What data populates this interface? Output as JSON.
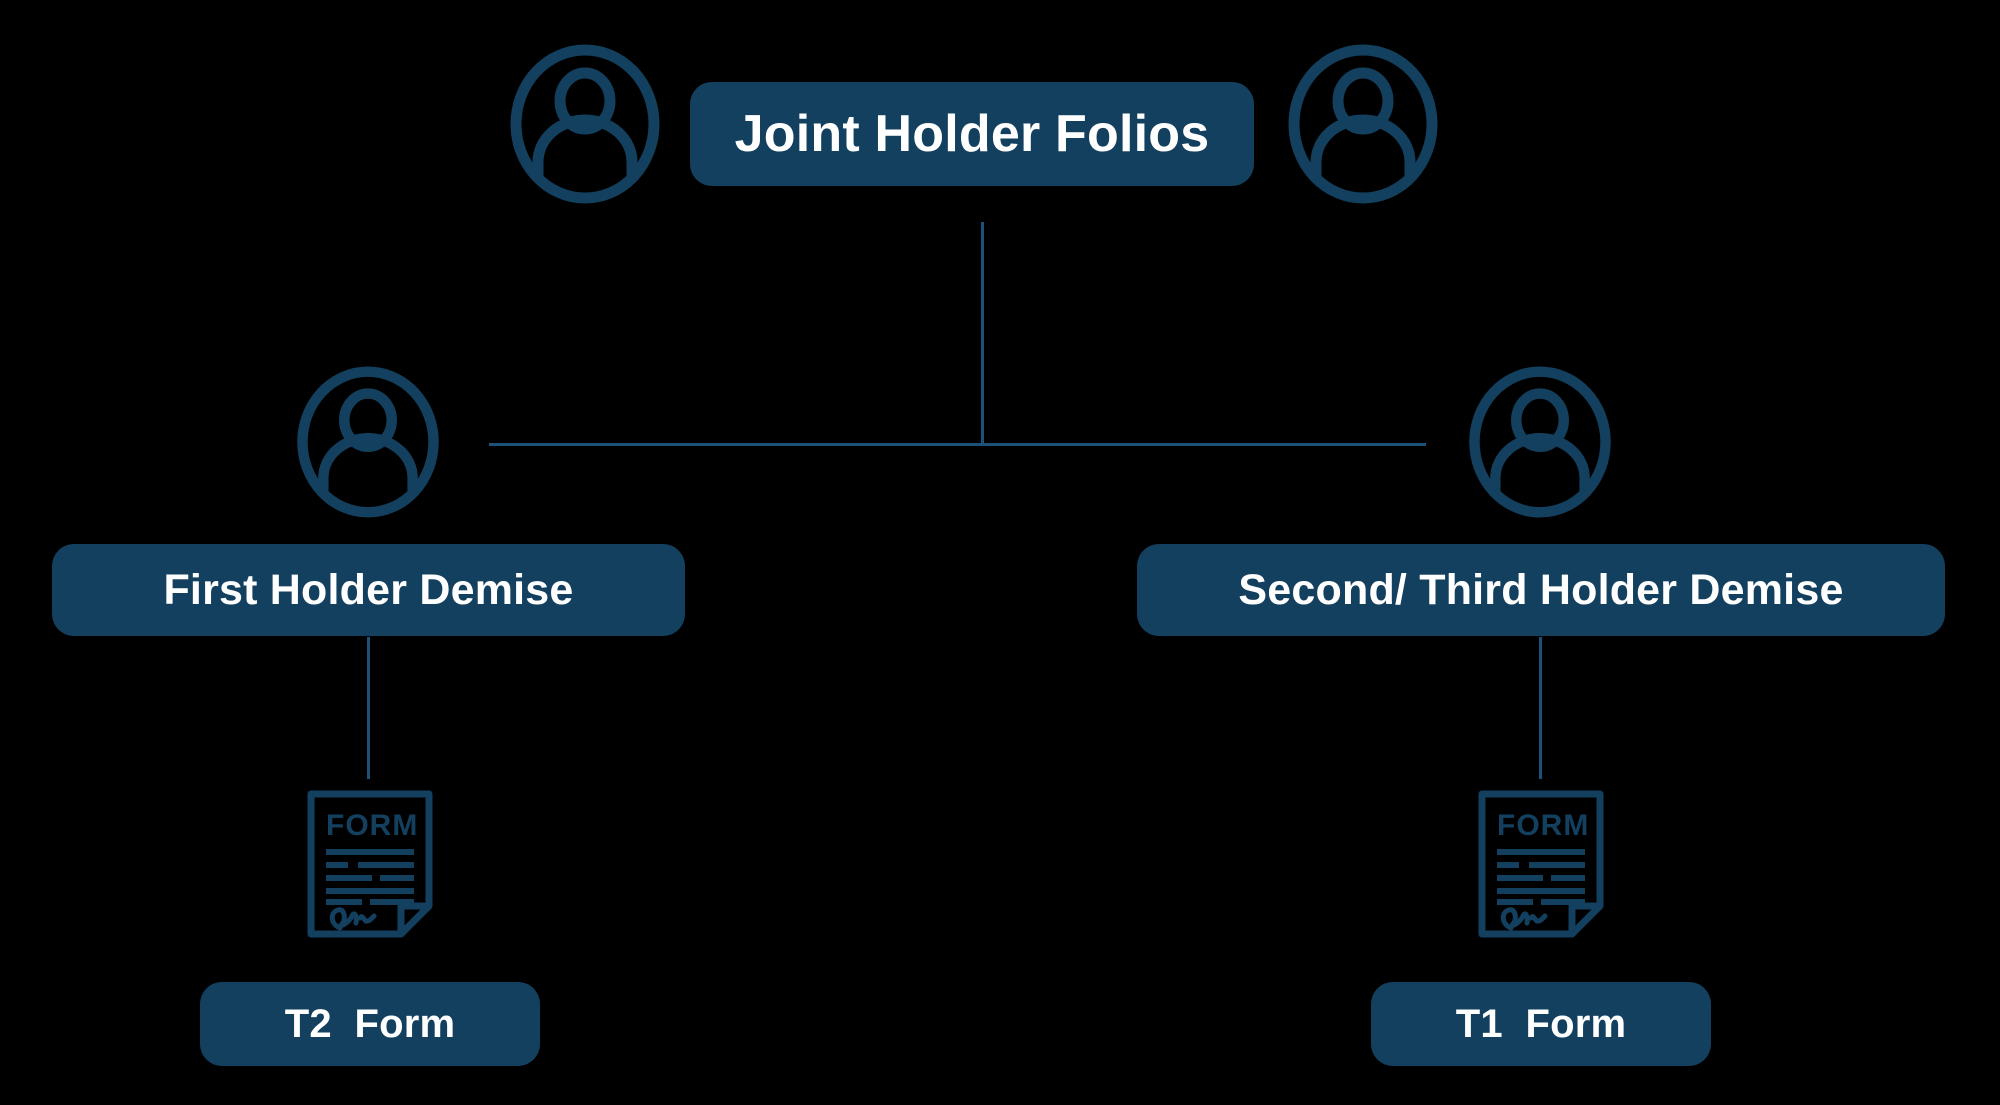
{
  "diagram": {
    "title": "Joint Holder Folios transmission form flow",
    "background_color": "#000000",
    "accent_color": "#13405f",
    "line_color": "#1d5177",
    "text_color": "#ffffff"
  },
  "nodes": {
    "root": {
      "label": "Joint Holder Folios",
      "icon_left": "person-icon",
      "icon_right": "person-icon"
    },
    "left_branch": {
      "label": "First Holder Demise",
      "icon": "person-icon",
      "form_icon": "form-document-icon",
      "form_icon_heading": "FORM",
      "form_label": "T2  Form"
    },
    "right_branch": {
      "label": "Second/ Third Holder Demise",
      "icon": "person-icon",
      "form_icon": "form-document-icon",
      "form_icon_heading": "FORM",
      "form_label": "T1  Form"
    }
  },
  "connectors": [
    {
      "name": "root-to-split",
      "type": "vertical"
    },
    {
      "name": "split-horizontal",
      "type": "horizontal"
    },
    {
      "name": "left-branch-to-form",
      "type": "vertical"
    },
    {
      "name": "right-branch-to-form",
      "type": "vertical"
    }
  ]
}
